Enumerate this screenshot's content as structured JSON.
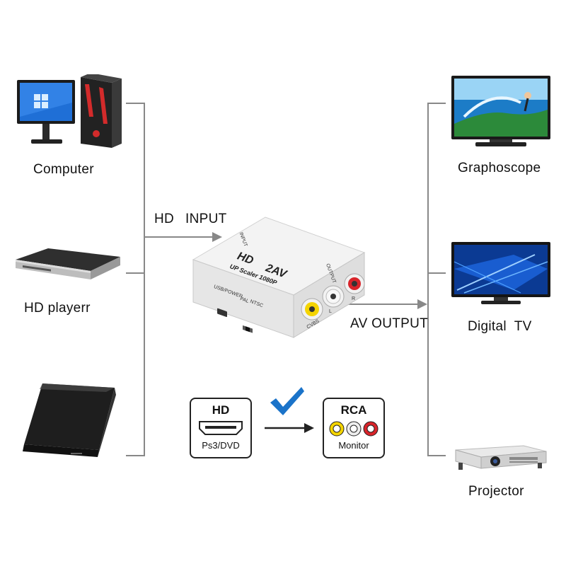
{
  "left_devices": [
    {
      "label": "Computer",
      "icon": "computer-icon"
    },
    {
      "label": "HD playerr",
      "icon": "hd-player-icon"
    },
    {
      "label": "",
      "icon": "game-console-icon"
    }
  ],
  "right_devices": [
    {
      "label": "Graphoscope",
      "icon": "tv-icon"
    },
    {
      "label": "Digital  TV",
      "icon": "digital-tv-icon"
    },
    {
      "label": "Projector",
      "icon": "projector-icon"
    }
  ],
  "input_label_hd": "HD",
  "input_label_input": "INPUT",
  "output_label": "AV OUTPUT",
  "converter": {
    "title_hd": "HD",
    "title_2av": "2AV",
    "subtitle": "UP Scaler 1080P",
    "input_mark": "INPUT",
    "output_mark": "OUTPUT",
    "usb_mark": "USB/POWER",
    "pal_mark": "PAL",
    "ntsc_mark": "NTSC",
    "cvbs_mark": "CVBS",
    "l_mark": "L",
    "r_mark": "R"
  },
  "hd_badge": {
    "title": "HD",
    "subtitle": "Ps3/DVD"
  },
  "rca_badge": {
    "title": "RCA",
    "subtitle": "Monitor"
  },
  "colors": {
    "line": "#888888",
    "arrow": "#555555",
    "check": "#1a73c9",
    "rca_yellow": "#f4d400",
    "rca_white": "#eeeeee",
    "rca_red": "#d8242a"
  }
}
